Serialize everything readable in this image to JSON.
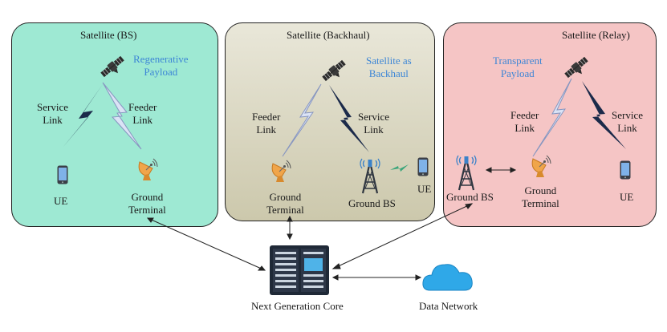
{
  "colors": {
    "panel_bs": "#9ee9d3",
    "panel_backhaul": "#dcd9c4",
    "panel_relay": "#f5c5c5",
    "payload_text": "#3d86d6",
    "link_dark": "#1b2a4a",
    "link_light": "#9fb0d6"
  },
  "panels": {
    "bs": {
      "title": "Satellite (BS)",
      "payload": "Regenerative\nPayload",
      "service_link": "Service\nLink",
      "feeder_link": "Feeder\nLink",
      "ue": "UE",
      "ground_terminal": "Ground\nTerminal"
    },
    "backhaul": {
      "title": "Satellite (Backhaul)",
      "payload": "Satellite as\nBackhaul",
      "feeder_link": "Feeder\nLink",
      "service_link": "Service\nLink",
      "ground_terminal": "Ground\nTerminal",
      "ground_bs": "Ground BS",
      "ue": "UE"
    },
    "relay": {
      "title": "Satellite (Relay)",
      "payload": "Transparent\nPayload",
      "feeder_link": "Feeder\nLink",
      "service_link": "Service\nLink",
      "ground_bs": "Ground BS",
      "ground_terminal": "Ground\nTerminal",
      "ue": "UE"
    }
  },
  "core": {
    "label": "Next Generation Core"
  },
  "data_network": {
    "label": "Data Network"
  },
  "icons": {
    "satellite": "satellite-icon",
    "dish": "satellite-dish-icon",
    "phone": "smartphone-icon",
    "tower": "cell-tower-icon",
    "server": "server-rack-icon",
    "cloud": "cloud-icon"
  }
}
